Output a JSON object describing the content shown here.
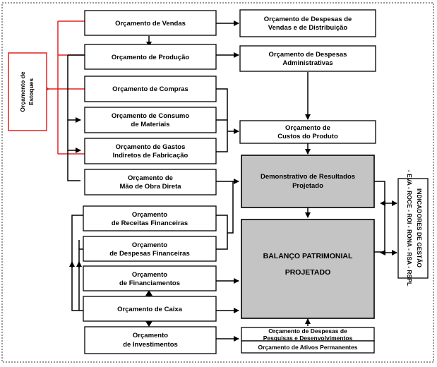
{
  "boxes": {
    "estoques": {
      "line1": "Orçamento de",
      "line2": "Estoques"
    },
    "vendas": {
      "line1": "Orçamento de Vendas"
    },
    "producao": {
      "line1": "Orçamento  de Produção"
    },
    "compras": {
      "line1": "Orçamento de Compras"
    },
    "consumo": {
      "line1": "Orçamento de Consumo",
      "line2": "de Materiais"
    },
    "gastos": {
      "line1": "Orçamento de Gastos",
      "line2": "Indiretos de Fabricação"
    },
    "mao_obra": {
      "line1": "Orçamento de",
      "line2": "Mão de Obra Direta"
    },
    "receitas_fin": {
      "line1": "Orçamento",
      "line2": "de Receitas Financeiras"
    },
    "despesas_fin": {
      "line1": "Orçamento",
      "line2": "de Despesas Financeiras"
    },
    "financiamentos": {
      "line1": "Orçamento",
      "line2": "de Financiamentos"
    },
    "caixa": {
      "line1": "Orçamento de Caixa"
    },
    "investimentos": {
      "line1": "Orçamento",
      "line2": "de Investimentos"
    },
    "desp_vendas": {
      "line1": "Orçamento de Despesas de",
      "line2": "Vendas e de Distribuição"
    },
    "desp_admin": {
      "line1": "Orçamento de Despesas",
      "line2": "Administrativas"
    },
    "custos": {
      "line1": "Orçamento  de",
      "line2": "Custos do Produto"
    },
    "dre": {
      "line1": "Demonstrativo de Resultados",
      "line2": "Projetado"
    },
    "balanco": {
      "line1": "BALANÇO PATRIMONIAL",
      "line2": "PROJETADO"
    },
    "pesquisas": {
      "line1": "Orçamento de Despesas de",
      "line2": "Pesquisas e Desenvolvimentos"
    },
    "ativos": {
      "line1": "Orçamento de Ativos Permanentes"
    },
    "indicadores": {
      "line1": "INDICADORES DE GESTÃO",
      "line2": "- EVA - ROCE - ROI - RONA - RSA - RSPL"
    }
  },
  "colors": {
    "line": "#000000",
    "estoques_link": "#e32020",
    "highlight_fill": "#c4c4c4"
  }
}
